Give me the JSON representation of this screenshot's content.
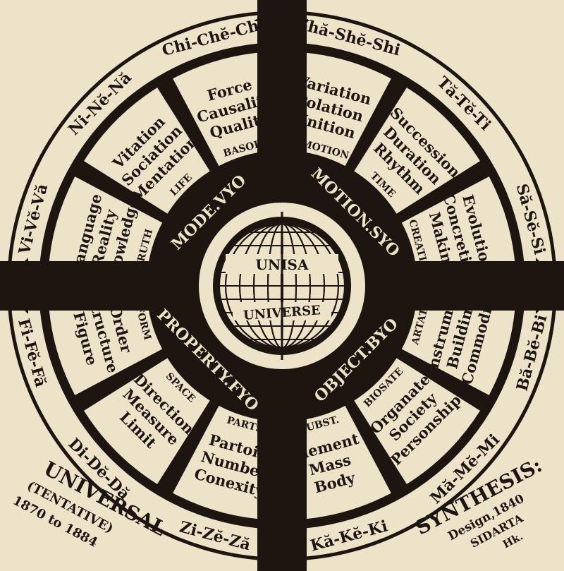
{
  "colors": {
    "paper": "#ede3c8",
    "ink": "#1c1510"
  },
  "center": {
    "top": "UNISA",
    "bottom": "UNIVERSE"
  },
  "quadrants": [
    {
      "label": "MODE.VYO",
      "segments": [
        {
          "id": "m1",
          "category": "TRUTH",
          "lines": [
            "Language",
            "Reality",
            "Knowledge"
          ]
        },
        {
          "id": "m2",
          "category": "LIFE",
          "lines": [
            "Vitation",
            "Sociation",
            "Mentation"
          ]
        },
        {
          "id": "m3",
          "category": "BASOID",
          "lines": [
            "Force",
            "Causality",
            "Quality"
          ]
        }
      ]
    },
    {
      "label": "MOTION.SYO",
      "segments": [
        {
          "id": "t1",
          "category": "BIMOTION",
          "lines": [
            "Variation",
            "Polation",
            "Unition"
          ]
        },
        {
          "id": "t2",
          "category": "TIME",
          "lines": [
            "Succession",
            "Duration",
            "Rhythm"
          ]
        },
        {
          "id": "t3",
          "category": "CREATION",
          "lines": [
            "Evolution",
            "Concreting",
            "Making"
          ]
        }
      ]
    },
    {
      "label": "OBJECT.BYO",
      "segments": [
        {
          "id": "o1",
          "category": "ARTATE",
          "lines": [
            "Commodity",
            "Building",
            "Instrument"
          ]
        },
        {
          "id": "o2",
          "category": "BIOSATE",
          "lines": [
            "Personship",
            "Society",
            "Organate"
          ]
        },
        {
          "id": "o3",
          "category": "SUBST.",
          "lines": [
            "Body",
            "Mass",
            "Element"
          ]
        }
      ]
    },
    {
      "label": "PROPERTY.FYO",
      "segments": [
        {
          "id": "p1",
          "category": "PARTS",
          "lines": [
            "Conexity",
            "Number",
            "Partoid"
          ]
        },
        {
          "id": "p2",
          "category": "SPACE",
          "lines": [
            "Limit",
            "Measure",
            "Direction"
          ]
        },
        {
          "id": "p3",
          "category": "FORM",
          "lines": [
            "Figure",
            "Structure",
            "Order"
          ]
        }
      ]
    }
  ],
  "outer_ring": [
    "Chi-Chĕ-Chă",
    "Shă-Shĕ-Shi",
    "Tă-Tĕ-Ti",
    "Să-Sĕ-Si",
    "Bă-Bĕ-Bi",
    "Mă-Mĕ-Mi",
    "Kă-Kĕ-Ki",
    "Zi-Zĕ-Ză",
    "Di-Dĕ-Dă",
    "Fi-Fĕ-Fă",
    "Vi-Vĕ-Vă",
    "Ni-Nĕ-Nă"
  ],
  "footer_left": {
    "title": "UNIVERSAL",
    "subtitle": "(TENTATIVE)",
    "years": "1870 to 1884"
  },
  "footer_right": {
    "title": "SYNTHESIS:",
    "line2": "Design,1840",
    "line3": "SIDARTA",
    "line4": "Hk."
  }
}
